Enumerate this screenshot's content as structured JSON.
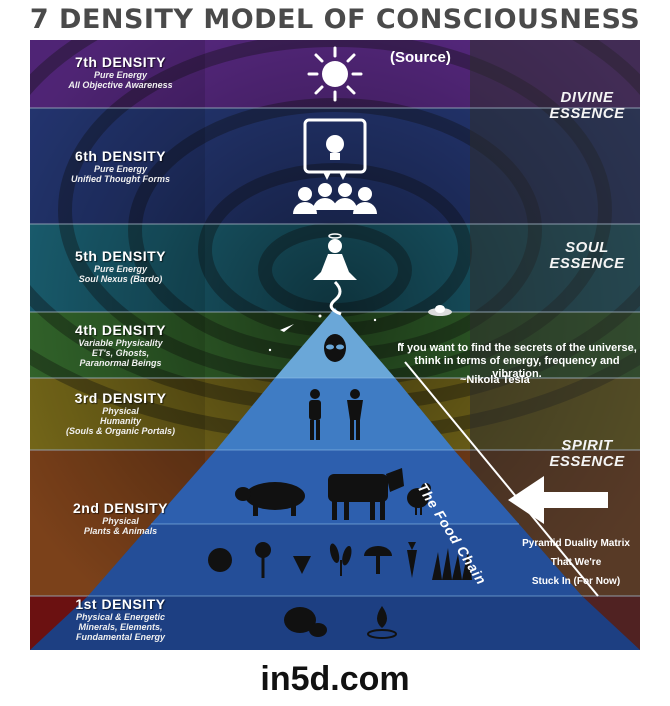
{
  "title": "7 DENSITY MODEL OF CONSCIOUSNESS",
  "source_label": "(Source)",
  "densities": [
    {
      "name": "7th DENSITY",
      "lines": [
        "Pure Energy",
        "All Objective Awareness"
      ],
      "color": "#5b2a86"
    },
    {
      "name": "6th DENSITY",
      "lines": [
        "Pure Energy",
        "Unified Thought Forms"
      ],
      "color": "#283c7e"
    },
    {
      "name": "5th DENSITY",
      "lines": [
        "Pure Energy",
        "Soul Nexus (Bardo)"
      ],
      "color": "#1f6f84"
    },
    {
      "name": "4th DENSITY",
      "lines": [
        "Variable Physicality",
        "ET's, Ghosts,",
        "Paranormal Beings"
      ],
      "color": "#3d7a34"
    },
    {
      "name": "3rd DENSITY",
      "lines": [
        "Physical",
        "Humanity",
        "(Souls & Organic Portals)"
      ],
      "color": "#8a7a1e"
    },
    {
      "name": "2nd DENSITY",
      "lines": [
        "Physical",
        "Plants & Animals"
      ],
      "color": "#8c4a1e"
    },
    {
      "name": "1st DENSITY",
      "lines": [
        "Physical & Energetic",
        "Minerals, Elements,",
        "Fundamental Energy"
      ],
      "color": "#7a1414"
    }
  ],
  "essences": [
    "DIVINE ESSENCE",
    "SOUL ESSENCE",
    "SPIRIT ESSENCE"
  ],
  "quote": "If you want to find the secrets of the universe, think in terms of energy, frequency and vibration.",
  "quote_author": "~Nikola Tesla",
  "food_chain": "The Food Chain",
  "matrix_lines": [
    "Pyramid Duality Matrix",
    "That We're",
    "Stuck In (For Now)"
  ],
  "footer": "in5d.com",
  "icons": [
    "sun-icon",
    "lightbulb-screen-icon",
    "group-icon",
    "meditating-figure-icon",
    "alien-icon",
    "ufo-icon",
    "shooting-star-icon",
    "humans-icon",
    "pig-icon",
    "cow-icon",
    "chicken-icon",
    "tomato-icon",
    "flower-icon",
    "strawberry-icon",
    "wheat-icon",
    "mushroom-icon",
    "carrot-icon",
    "grass-icon",
    "rocks-icon",
    "water-drop-icon",
    "arrow-left-icon"
  ]
}
